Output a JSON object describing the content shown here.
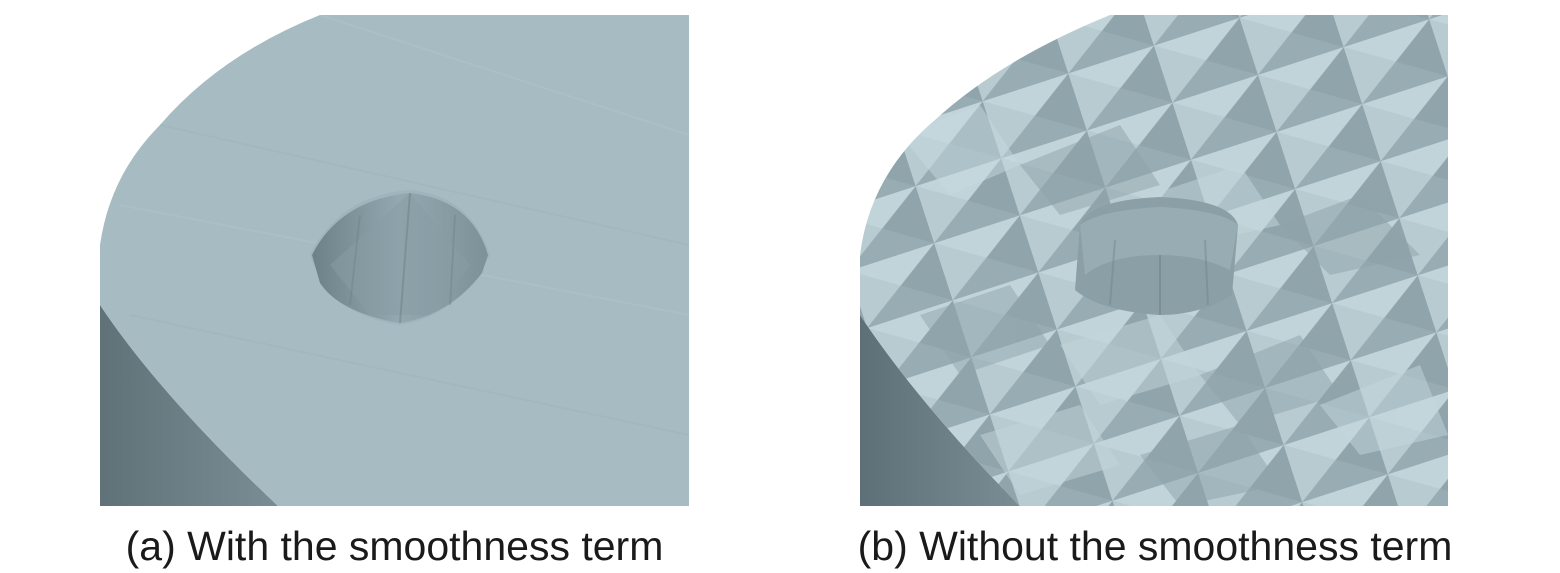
{
  "figure": {
    "panels": [
      {
        "id": "a",
        "caption": "(a) With the smoothness term",
        "surface": "smooth"
      },
      {
        "id": "b",
        "caption": "(b) Without the smoothness term",
        "surface": "faceted"
      }
    ],
    "colors": {
      "mesh_top": "#a5bac1",
      "mesh_side": "#6f8289",
      "mesh_highlight": "#c3d7dd",
      "mesh_shadow": "#7e9299",
      "background": "#ffffff"
    }
  }
}
